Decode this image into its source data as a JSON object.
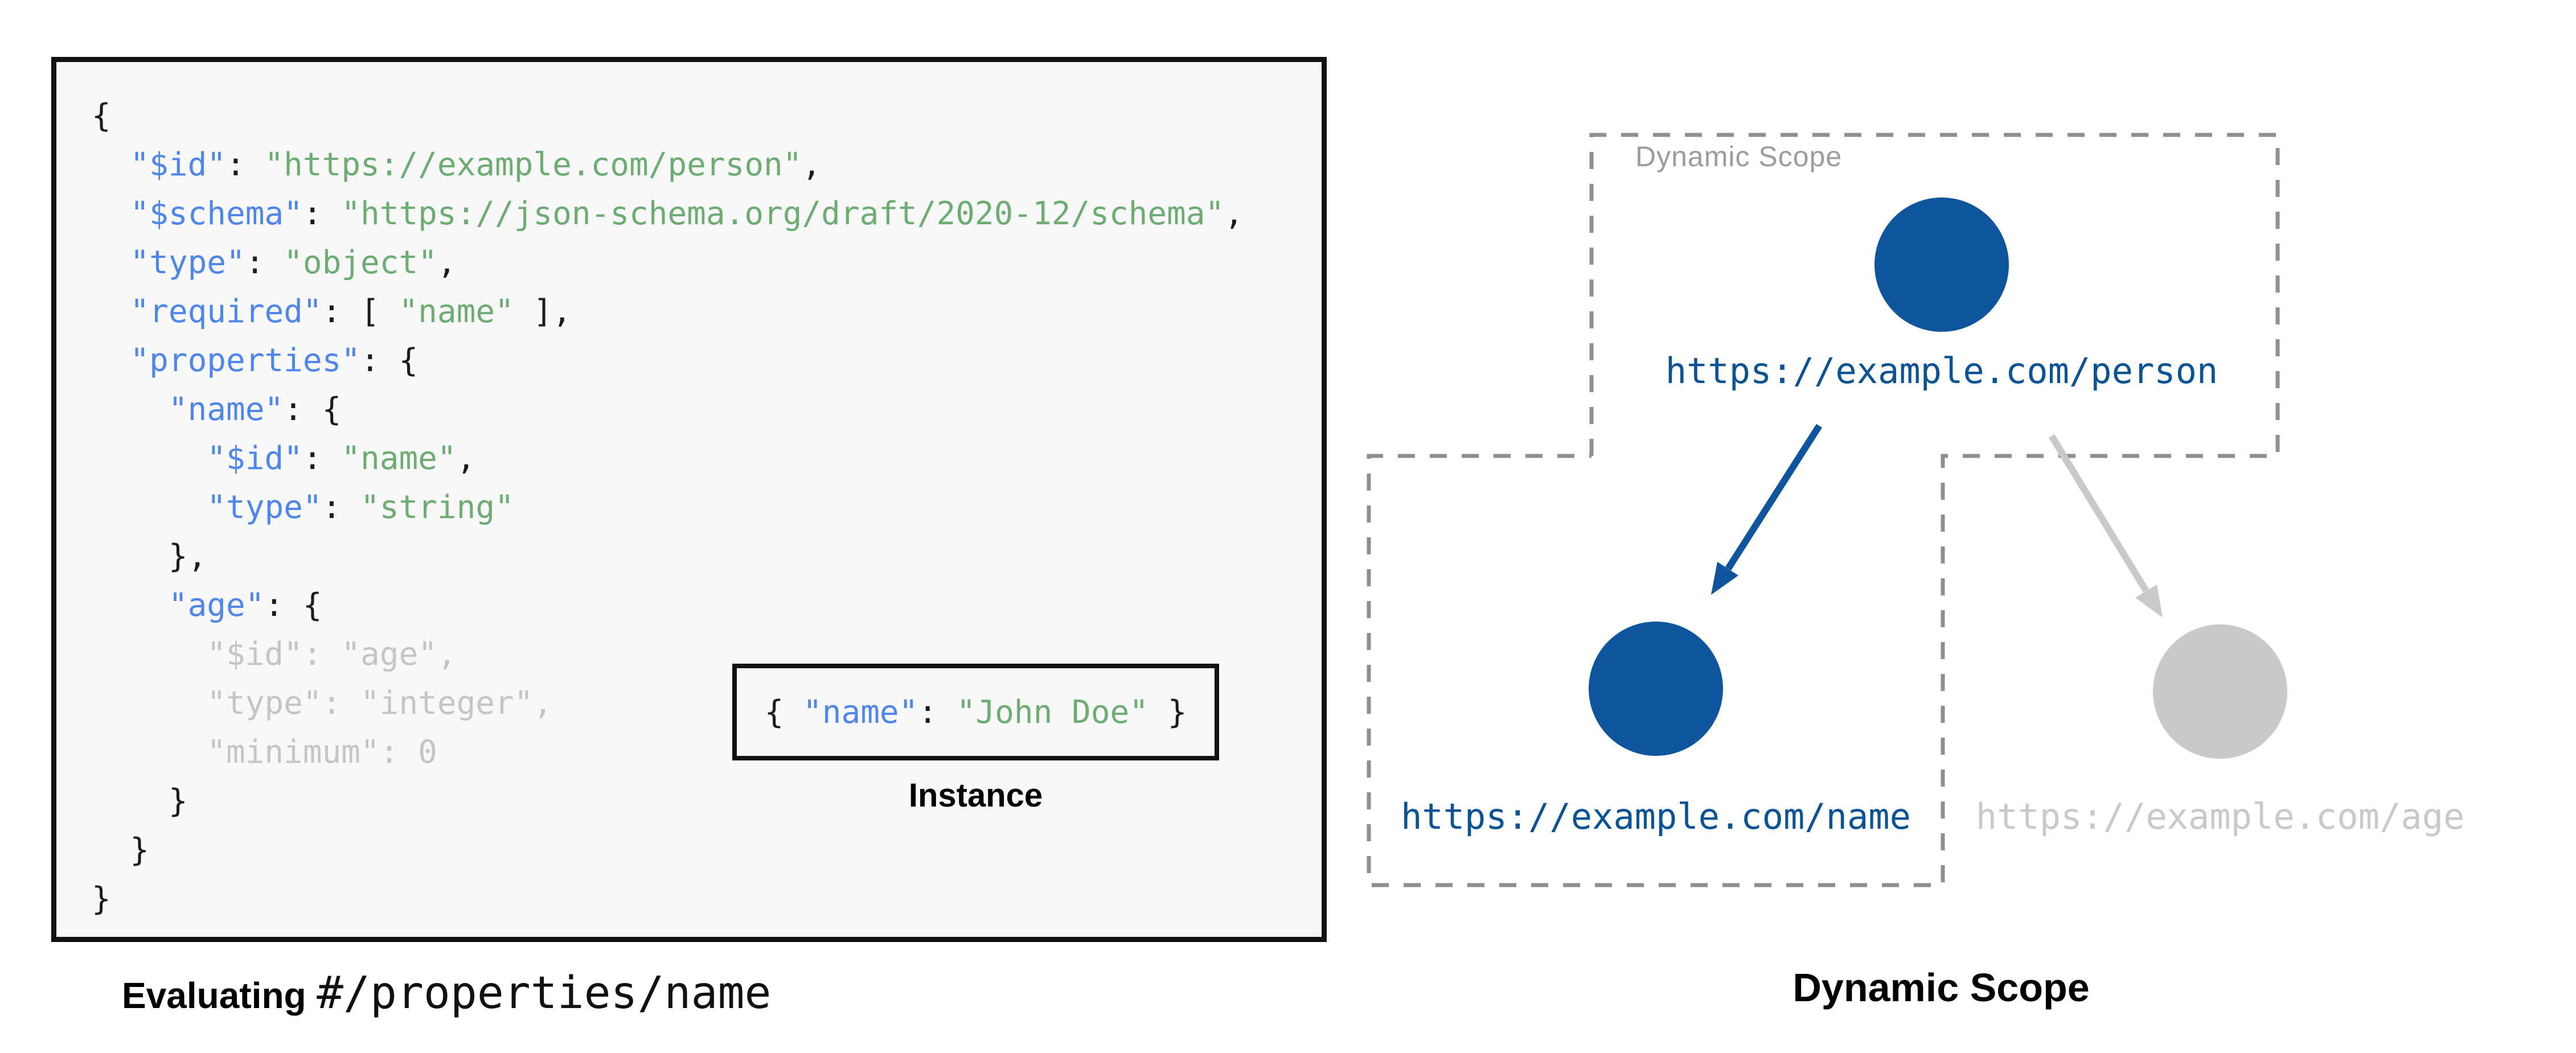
{
  "colors": {
    "code_bg": "#f8f8f8",
    "box_border": "#111111",
    "key_blue": "#4f86ec",
    "string_green": "#6dac72",
    "punct": "#1b1b1b",
    "muted": "#c5c5c5",
    "node_blue": "#0e559e",
    "url_blue": "#0b5394",
    "dash_gray": "#8f8f8f",
    "label_gray": "#9c9c9c",
    "inactive_gray": "#c9c9c9",
    "arrow_gray": "#c9c9c9"
  },
  "schema_panel": {
    "code_lines": [
      [
        {
          "c": "p",
          "t": "{"
        }
      ],
      [
        {
          "c": "p",
          "t": "  "
        },
        {
          "c": "k",
          "t": "\"$id\""
        },
        {
          "c": "p",
          "t": ": "
        },
        {
          "c": "s",
          "t": "\"https://example.com/person\""
        },
        {
          "c": "p",
          "t": ","
        }
      ],
      [
        {
          "c": "p",
          "t": "  "
        },
        {
          "c": "k",
          "t": "\"$schema\""
        },
        {
          "c": "p",
          "t": ": "
        },
        {
          "c": "s",
          "t": "\"https://json-schema.org/draft/2020-12/schema\""
        },
        {
          "c": "p",
          "t": ","
        }
      ],
      [
        {
          "c": "p",
          "t": "  "
        },
        {
          "c": "k",
          "t": "\"type\""
        },
        {
          "c": "p",
          "t": ": "
        },
        {
          "c": "s",
          "t": "\"object\""
        },
        {
          "c": "p",
          "t": ","
        }
      ],
      [
        {
          "c": "p",
          "t": "  "
        },
        {
          "c": "k",
          "t": "\"required\""
        },
        {
          "c": "p",
          "t": ": [ "
        },
        {
          "c": "s",
          "t": "\"name\""
        },
        {
          "c": "p",
          "t": " ],"
        }
      ],
      [
        {
          "c": "p",
          "t": "  "
        },
        {
          "c": "k",
          "t": "\"properties\""
        },
        {
          "c": "p",
          "t": ": {"
        }
      ],
      [
        {
          "c": "p",
          "t": "    "
        },
        {
          "c": "k",
          "t": "\"name\""
        },
        {
          "c": "p",
          "t": ": {"
        }
      ],
      [
        {
          "c": "p",
          "t": "      "
        },
        {
          "c": "k",
          "t": "\"$id\""
        },
        {
          "c": "p",
          "t": ": "
        },
        {
          "c": "s",
          "t": "\"name\""
        },
        {
          "c": "p",
          "t": ","
        }
      ],
      [
        {
          "c": "p",
          "t": "      "
        },
        {
          "c": "k",
          "t": "\"type\""
        },
        {
          "c": "p",
          "t": ": "
        },
        {
          "c": "s",
          "t": "\"string\""
        }
      ],
      [
        {
          "c": "p",
          "t": "    },"
        }
      ],
      [
        {
          "c": "p",
          "t": "    "
        },
        {
          "c": "k",
          "t": "\"age\""
        },
        {
          "c": "p",
          "t": ": {"
        }
      ],
      [
        {
          "c": "m",
          "t": "      \"$id\": \"age\","
        }
      ],
      [
        {
          "c": "m",
          "t": "      \"type\": \"integer\","
        }
      ],
      [
        {
          "c": "m",
          "t": "      \"minimum\": 0"
        }
      ],
      [
        {
          "c": "p",
          "t": "    }"
        }
      ],
      [
        {
          "c": "p",
          "t": "  }"
        }
      ],
      [
        {
          "c": "p",
          "t": "}"
        }
      ]
    ],
    "instance": {
      "tokens": [
        {
          "c": "p",
          "t": "{ "
        },
        {
          "c": "k",
          "t": "\"name\""
        },
        {
          "c": "p",
          "t": ": "
        },
        {
          "c": "s",
          "t": "\"John Doe\""
        },
        {
          "c": "p",
          "t": " }"
        }
      ],
      "label": "Instance"
    },
    "caption": {
      "bold": "Evaluating",
      "path": "#/properties/name"
    }
  },
  "scope_panel": {
    "region_label": "Dynamic Scope",
    "caption": "Dynamic Scope",
    "nodes": {
      "person": {
        "url": "https://example.com/person",
        "state": "active"
      },
      "name": {
        "url": "https://example.com/name",
        "state": "active"
      },
      "age": {
        "url": "https://example.com/age",
        "state": "inactive"
      }
    }
  }
}
